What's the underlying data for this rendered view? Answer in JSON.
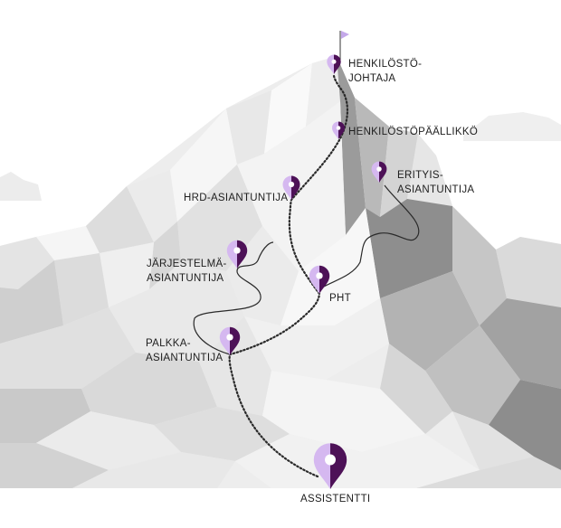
{
  "colors": {
    "pin_light": "#d5b8f0",
    "pin_dark": "#4d1157",
    "trail": "#2a2a2a",
    "summit_flag": "#c4a8ea",
    "mountain_light": "#f1f1f1",
    "mountain_mid": "#d9d9d9",
    "mountain_dark": "#a9a9a9"
  },
  "career_path": {
    "summit_flag_icon": "flag-icon",
    "pin_icon": "location-pin-icon",
    "roles": [
      {
        "id": "henkilostojohtaja",
        "line1": "HENKILÖSTÖ-",
        "line2": "JOHTAJA"
      },
      {
        "id": "henkilostopaallikko",
        "line1": "HENKILÖSTÖPÄÄLLIKKÖ",
        "line2": ""
      },
      {
        "id": "hrd-asiantuntija",
        "line1": "HRD-ASIANTUNTIJA",
        "line2": ""
      },
      {
        "id": "erityisasiantuntija",
        "line1": "ERITYIS-",
        "line2": "ASIANTUNTIJA"
      },
      {
        "id": "jarjestelmaasiantuntija",
        "line1": "JÄRJESTELMÄ-",
        "line2": "ASIANTUNTIJA"
      },
      {
        "id": "pht",
        "line1": "PHT",
        "line2": ""
      },
      {
        "id": "palkka-asiantuntija",
        "line1": "PALKKA-",
        "line2": "ASIANTUNTIJA"
      },
      {
        "id": "assistentti",
        "line1": "ASSISTENTTI",
        "line2": ""
      }
    ]
  }
}
